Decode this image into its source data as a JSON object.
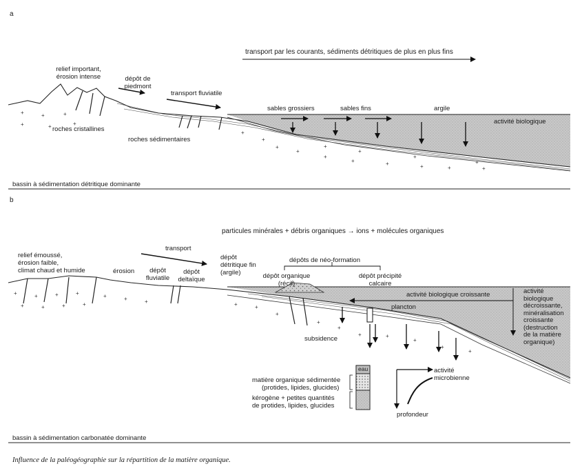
{
  "panel_a": {
    "letter": "a",
    "transport_currents": "transport par les courants, sédiments détritiques de plus en plus fins",
    "relief": [
      "relief important,",
      "érosion intense"
    ],
    "piedmont": [
      "dépôt de",
      "piedmont"
    ],
    "fluvial": "transport fluviatile",
    "sables_grossiers": "sables grossiers",
    "sables_fins": "sables fins",
    "argile": "argile",
    "activite": "activité biologique",
    "roches_cristallines": "roches cristallines",
    "roches_sedimentaires": "roches sédimentaires",
    "footer": "bassin à sédimentation détritique dominante"
  },
  "panel_b": {
    "letter": "b",
    "particules": "particules minérales + débris organiques → ions + molécules organiques",
    "relief": [
      "relief émoussé,",
      "érosion faible,",
      "climat chaud et humide"
    ],
    "erosion": "érosion",
    "transport": "transport",
    "fluviatile": [
      "dépôt",
      "fluviatile"
    ],
    "deltaique": [
      "dépôt",
      "deltaïque"
    ],
    "detritique": [
      "dépôt",
      "détritique fin",
      "(argile)"
    ],
    "neoformation": "dépôts de néo-formation",
    "organique": [
      "dépôt organique",
      "(récif)"
    ],
    "calcaire": [
      "dépôt précipité",
      "calcaire"
    ],
    "activite_croissante": "activité biologique croissante",
    "plancton": "plancton",
    "decroissante": [
      "activité",
      "biologique",
      "décroissante,",
      "minéralisation",
      "croissante",
      "(destruction",
      "de la matière",
      "organique)"
    ],
    "subsidence": "subsidence",
    "eau": "eau",
    "matiere": [
      "matière organique sédimentée",
      "(protides, lipides, glucides)"
    ],
    "kerogene": [
      "kérogène + petites quantités",
      "de protides, lipides, glucides"
    ],
    "microbienne": [
      "activité",
      "microbienne"
    ],
    "profondeur": "profondeur",
    "footer": "bassin à sédimentation carbonatée dominante"
  },
  "caption": "Influence de la paléogéographie sur la répartition de la matière organique."
}
